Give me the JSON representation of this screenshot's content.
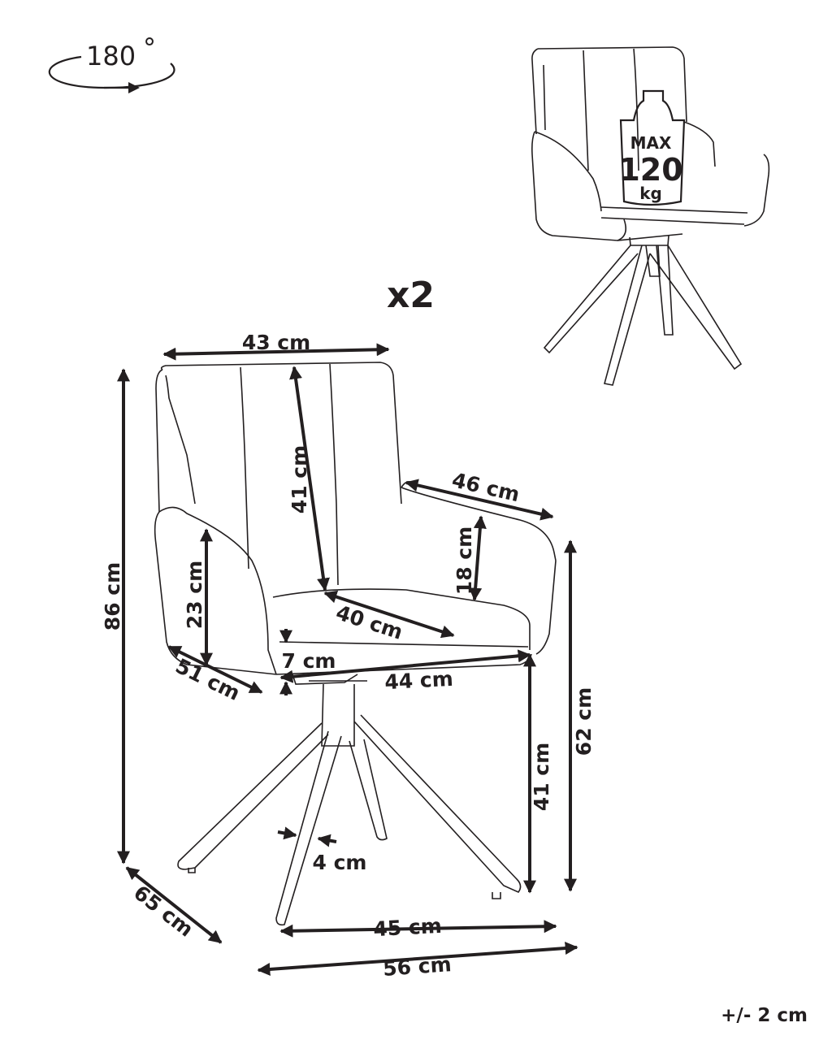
{
  "rotation": {
    "label": "180",
    "degree": "°"
  },
  "quantity": "x2",
  "tolerance": "+/- 2 cm",
  "max_load": {
    "max": "MAX",
    "value": "120",
    "unit": "kg"
  },
  "dimensions": {
    "backrest_width": "43 cm",
    "backrest_height": "41 cm",
    "armrest_depth": "46 cm",
    "armrest_height": "18 cm",
    "total_height": "86 cm",
    "side_height": "23 cm",
    "seat_depth": "40 cm",
    "seat_thickness": "7 cm",
    "side_depth": "51 cm",
    "seat_width": "44 cm",
    "arm_height_total": "62 cm",
    "seat_height": "41 cm",
    "leg_width": "4 cm",
    "total_depth": "65 cm",
    "base_width": "45 cm",
    "total_width": "56 cm"
  }
}
